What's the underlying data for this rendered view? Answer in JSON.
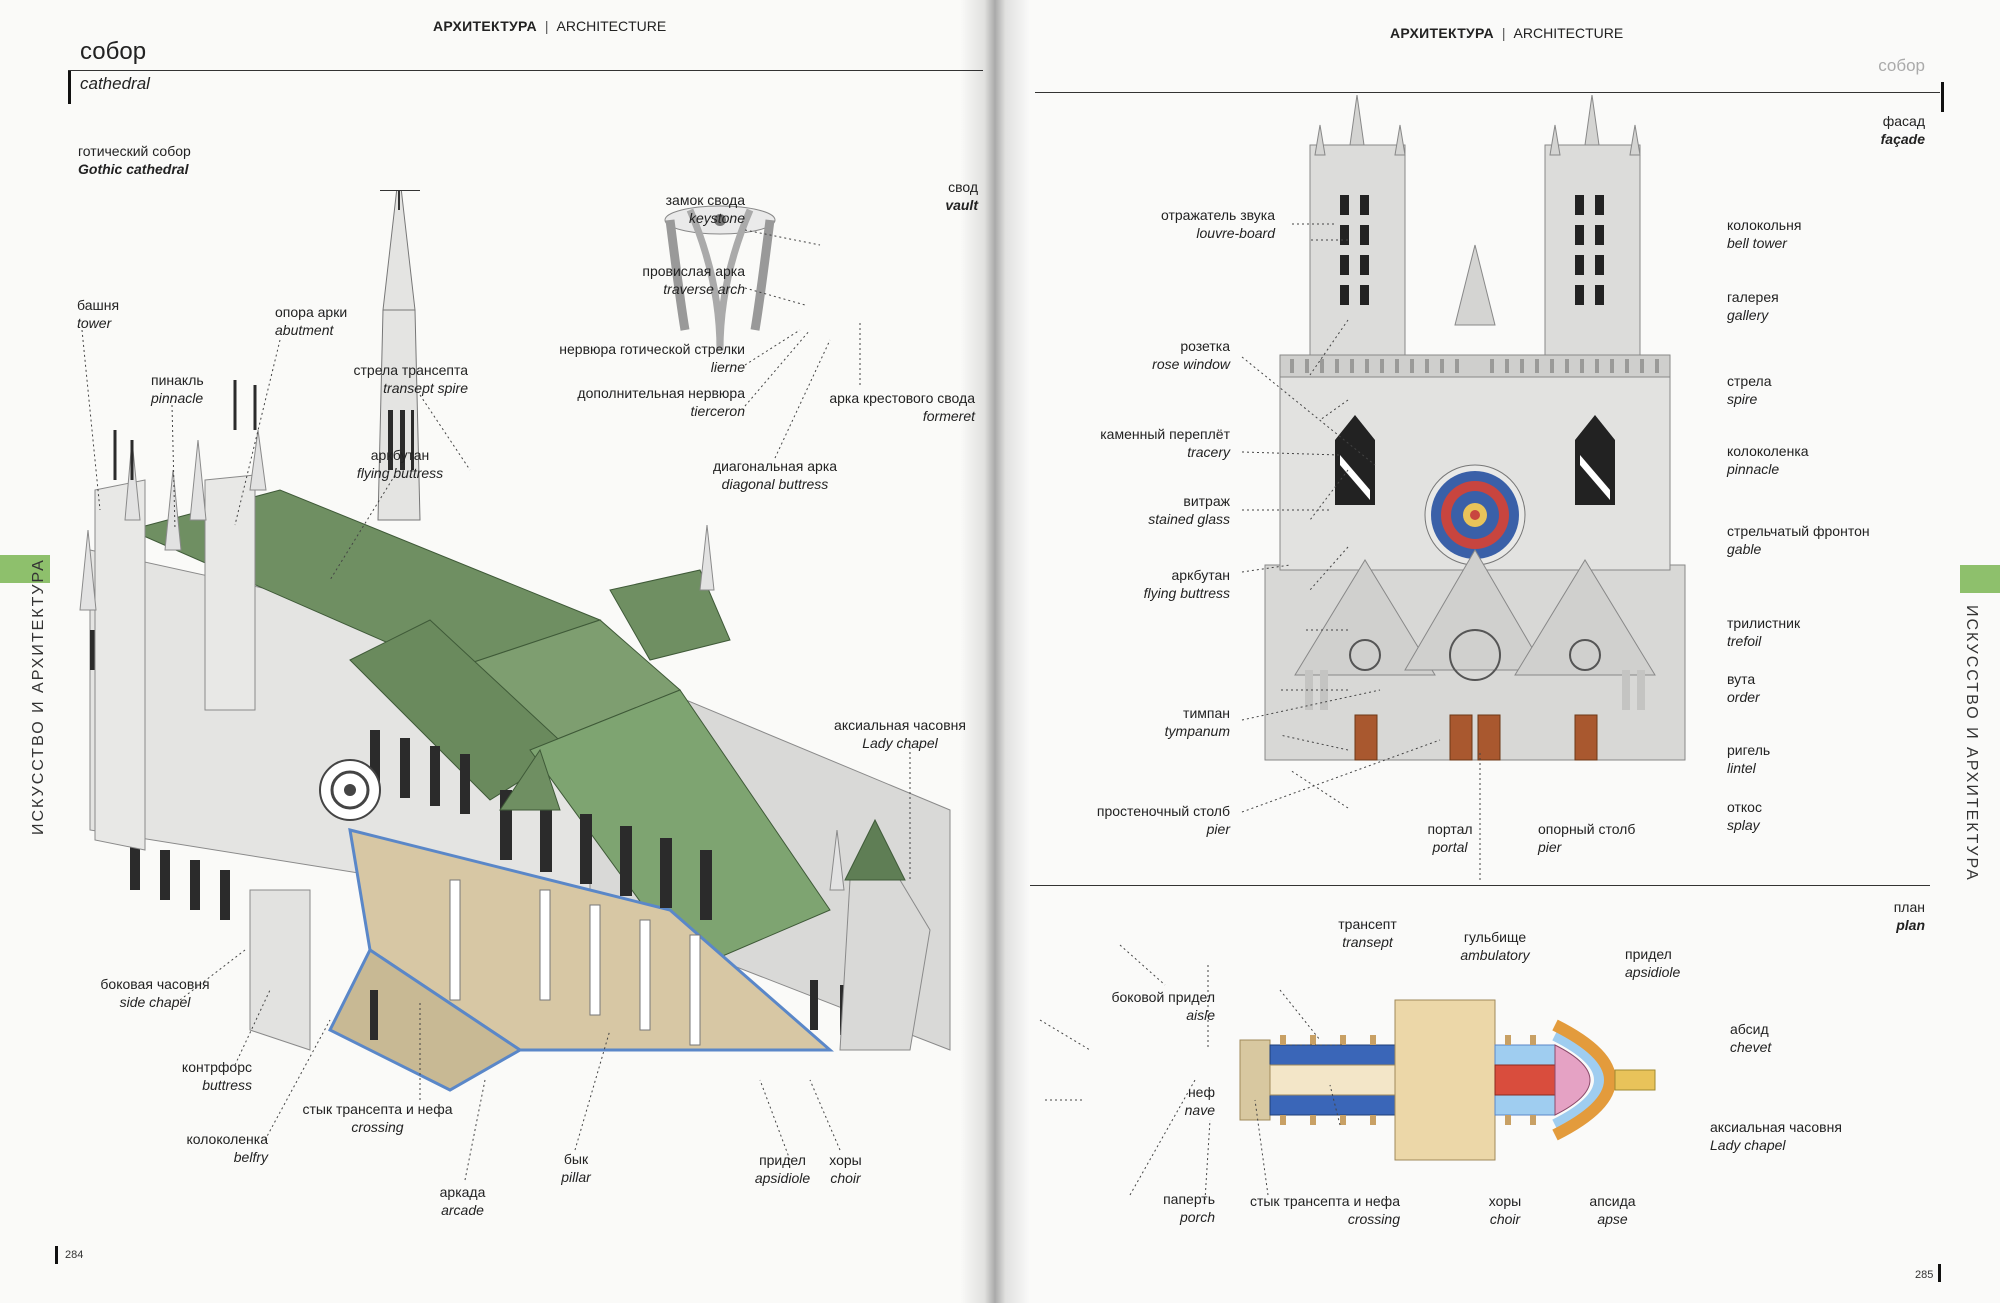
{
  "left_page": {
    "header": {
      "section_ru": "АРХИТЕКТУРА",
      "section_en": "ARCHITECTURE"
    },
    "title": {
      "ru": "собор",
      "en": "cathedral"
    },
    "subtitle": {
      "ru": "готический собор",
      "en": "Gothic cathedral"
    },
    "vault": {
      "ru": "свод",
      "en": "vault"
    },
    "side_tab": "ИСКУССТВО И АРХИТЕКТУРА",
    "page_number": "284",
    "labels": [
      {
        "id": "tower",
        "ru": "башня",
        "en": "tower"
      },
      {
        "id": "abutment",
        "ru": "опора арки",
        "en": "abutment"
      },
      {
        "id": "pinnacle",
        "ru": "пинакль",
        "en": "pinnacle"
      },
      {
        "id": "transept_spire",
        "ru": "стрела трансепта",
        "en": "transept spire"
      },
      {
        "id": "flying_buttress",
        "ru": "аркбутан",
        "en": "flying buttress"
      },
      {
        "id": "keystone",
        "ru": "замок свода",
        "en": "keystone"
      },
      {
        "id": "traverse_arch",
        "ru": "провислая арка",
        "en": "traverse arch"
      },
      {
        "id": "lierne",
        "ru": "нервюра готической стрелки",
        "en": "lierne"
      },
      {
        "id": "tierceron",
        "ru": "дополнительная нервюра",
        "en": "tierceron"
      },
      {
        "id": "formeret",
        "ru": "арка крестового свода",
        "en": "formeret"
      },
      {
        "id": "diagonal_buttress",
        "ru": "диагональная арка",
        "en": "diagonal buttress"
      },
      {
        "id": "lady_chapel",
        "ru": "аксиальная часовня",
        "en": "Lady chapel"
      },
      {
        "id": "side_chapel",
        "ru": "боковая часовня",
        "en": "side chapel"
      },
      {
        "id": "buttress",
        "ru": "контрфорс",
        "en": "buttress"
      },
      {
        "id": "crossing",
        "ru": "стык трансепта и нефа",
        "en": "crossing"
      },
      {
        "id": "belfry",
        "ru": "колоколенка",
        "en": "belfry"
      },
      {
        "id": "arcade",
        "ru": "аркада",
        "en": "arcade"
      },
      {
        "id": "pillar",
        "ru": "бык",
        "en": "pillar"
      },
      {
        "id": "apsidiole",
        "ru": "придел",
        "en": "apsidiole"
      },
      {
        "id": "choir",
        "ru": "хоры",
        "en": "choir"
      }
    ]
  },
  "right_page": {
    "header": {
      "section_ru": "АРХИТЕКТУРА",
      "section_en": "ARCHITECTURE"
    },
    "running_title": "собор",
    "facade": {
      "ru": "фасад",
      "en": "façade"
    },
    "plan": {
      "ru": "план",
      "en": "plan"
    },
    "side_tab": "ИСКУССТВО И АРХИТЕКТУРА",
    "page_number": "285",
    "facade_labels": [
      {
        "id": "louvre_board",
        "ru": "отражатель звука",
        "en": "louvre-board"
      },
      {
        "id": "rose_window",
        "ru": "розетка",
        "en": "rose window"
      },
      {
        "id": "tracery",
        "ru": "каменный переплёт",
        "en": "tracery"
      },
      {
        "id": "stained_glass",
        "ru": "витраж",
        "en": "stained glass"
      },
      {
        "id": "flying_buttress",
        "ru": "аркбутан",
        "en": "flying buttress"
      },
      {
        "id": "tympanum",
        "ru": "тимпан",
        "en": "tympanum"
      },
      {
        "id": "pier_left",
        "ru": "простеночный столб",
        "en": "pier"
      },
      {
        "id": "portal",
        "ru": "портал",
        "en": "portal"
      },
      {
        "id": "pier_right",
        "ru": "опорный столб",
        "en": "pier"
      },
      {
        "id": "bell_tower",
        "ru": "колокольня",
        "en": "bell tower"
      },
      {
        "id": "gallery",
        "ru": "галерея",
        "en": "gallery"
      },
      {
        "id": "spire",
        "ru": "стрела",
        "en": "spire"
      },
      {
        "id": "pinnacle",
        "ru": "колоколенка",
        "en": "pinnacle"
      },
      {
        "id": "gable",
        "ru": "стрельчатый фронтон",
        "en": "gable"
      },
      {
        "id": "trefoil",
        "ru": "трилистник",
        "en": "trefoil"
      },
      {
        "id": "order",
        "ru": "вута",
        "en": "order"
      },
      {
        "id": "lintel",
        "ru": "ригель",
        "en": "lintel"
      },
      {
        "id": "splay",
        "ru": "откос",
        "en": "splay"
      }
    ],
    "plan_labels": [
      {
        "id": "transept",
        "ru": "трансепт",
        "en": "transept"
      },
      {
        "id": "ambulatory",
        "ru": "гульбище",
        "en": "ambulatory"
      },
      {
        "id": "apsidiole",
        "ru": "придел",
        "en": "apsidiole"
      },
      {
        "id": "aisle",
        "ru": "боковой придел",
        "en": "aisle"
      },
      {
        "id": "chevet",
        "ru": "абсид",
        "en": "chevet"
      },
      {
        "id": "nave",
        "ru": "неф",
        "en": "nave"
      },
      {
        "id": "lady_chapel",
        "ru": "аксиальная часовня",
        "en": "Lady chapel"
      },
      {
        "id": "porch",
        "ru": "паперть",
        "en": "porch"
      },
      {
        "id": "crossing",
        "ru": "стык трансепта и нефа",
        "en": "crossing"
      },
      {
        "id": "choir",
        "ru": "хоры",
        "en": "choir"
      },
      {
        "id": "apse",
        "ru": "апсида",
        "en": "apse"
      }
    ]
  },
  "colors": {
    "tab_green": "#8ec06c",
    "roof_green": "#6f8f62",
    "stone": "#e6e6e6",
    "blue": "#5a87c8"
  }
}
